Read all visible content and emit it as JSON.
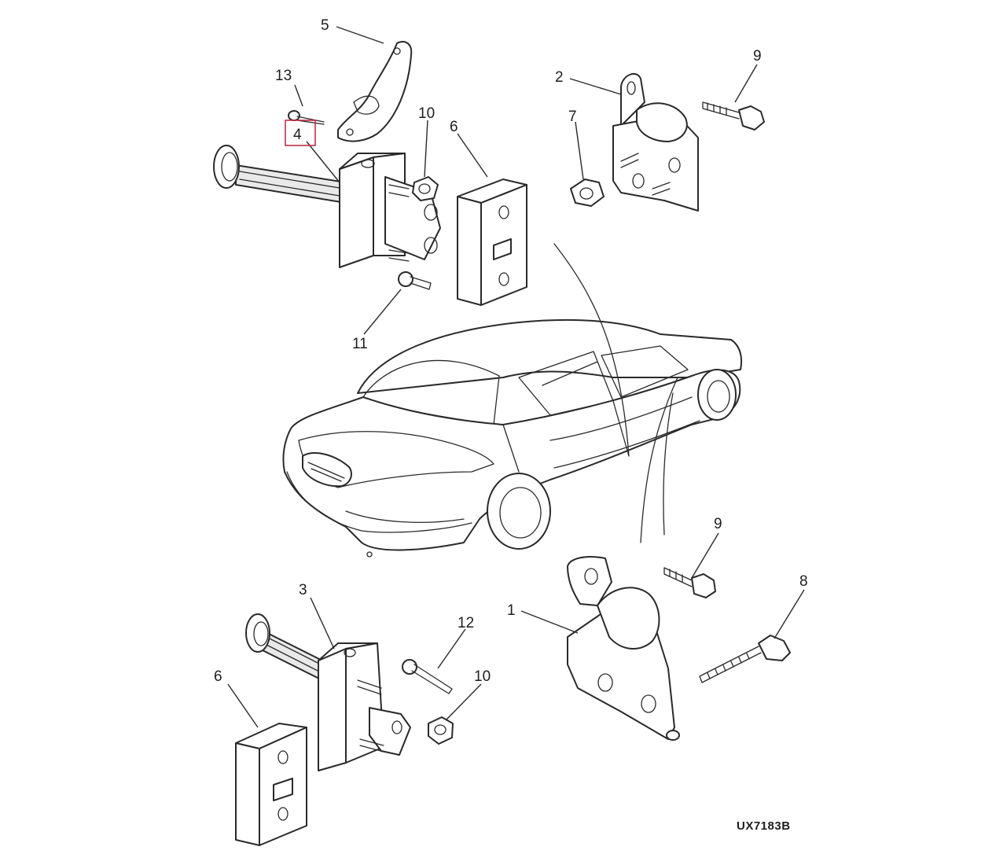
{
  "diagram": {
    "reference_code": "UX7183B",
    "callouts": {
      "c1": "1",
      "c2": "2",
      "c3": "3",
      "c4": "4",
      "c5": "5",
      "c6_top": "6",
      "c6_bottom": "6",
      "c7": "7",
      "c8": "8",
      "c9_top": "9",
      "c9_bottom": "9",
      "c10_top": "10",
      "c10_bottom": "10",
      "c11": "11",
      "c12": "12",
      "c13": "13"
    },
    "highlighted_callout": "4",
    "colors": {
      "line": "#2a2a2a",
      "highlight_box": "#c0304a",
      "background": "#ffffff"
    }
  }
}
